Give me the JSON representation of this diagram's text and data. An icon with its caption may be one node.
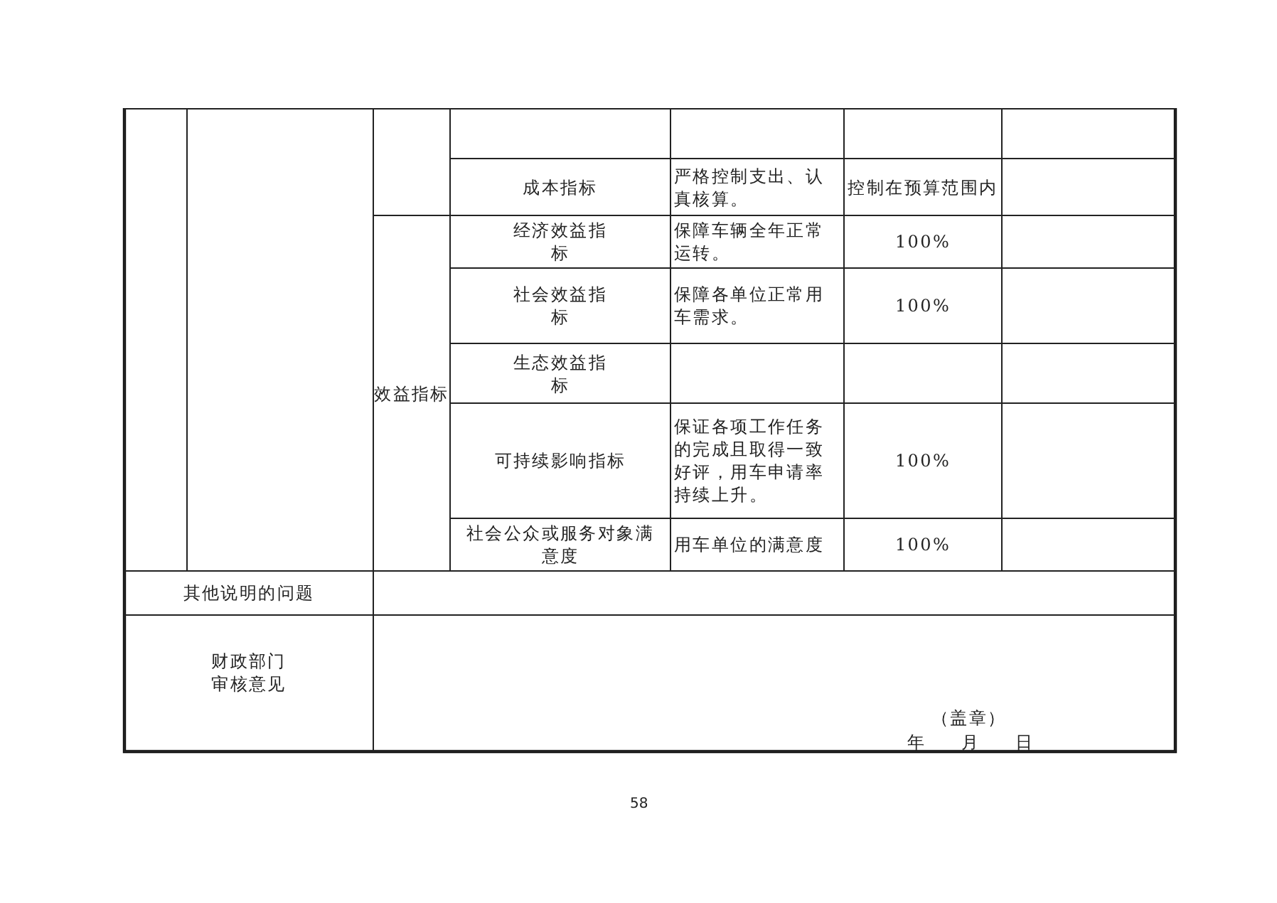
{
  "diagram": {
    "labels": [
      "成本指标",
      "严格控制支出、认真核算。",
      "控制在预算范围内",
      "效益指标",
      "经济效益指标",
      "保障车辆全年正常运转。",
      "100%",
      "社会效益指标",
      "保障各单位正常用车需求。",
      "100%",
      "生态效益指标",
      "可持续影响指标",
      "保证各项工作任务的完成且取得一致好评，用车申请率持续上升。",
      "100%",
      "社会公众或服务对象满意度",
      "用车单位的满意度",
      "100%",
      "其他说明的问题",
      "财政部门审核意见",
      "（盖章）",
      "年",
      "月",
      "日",
      "58"
    ]
  }
}
